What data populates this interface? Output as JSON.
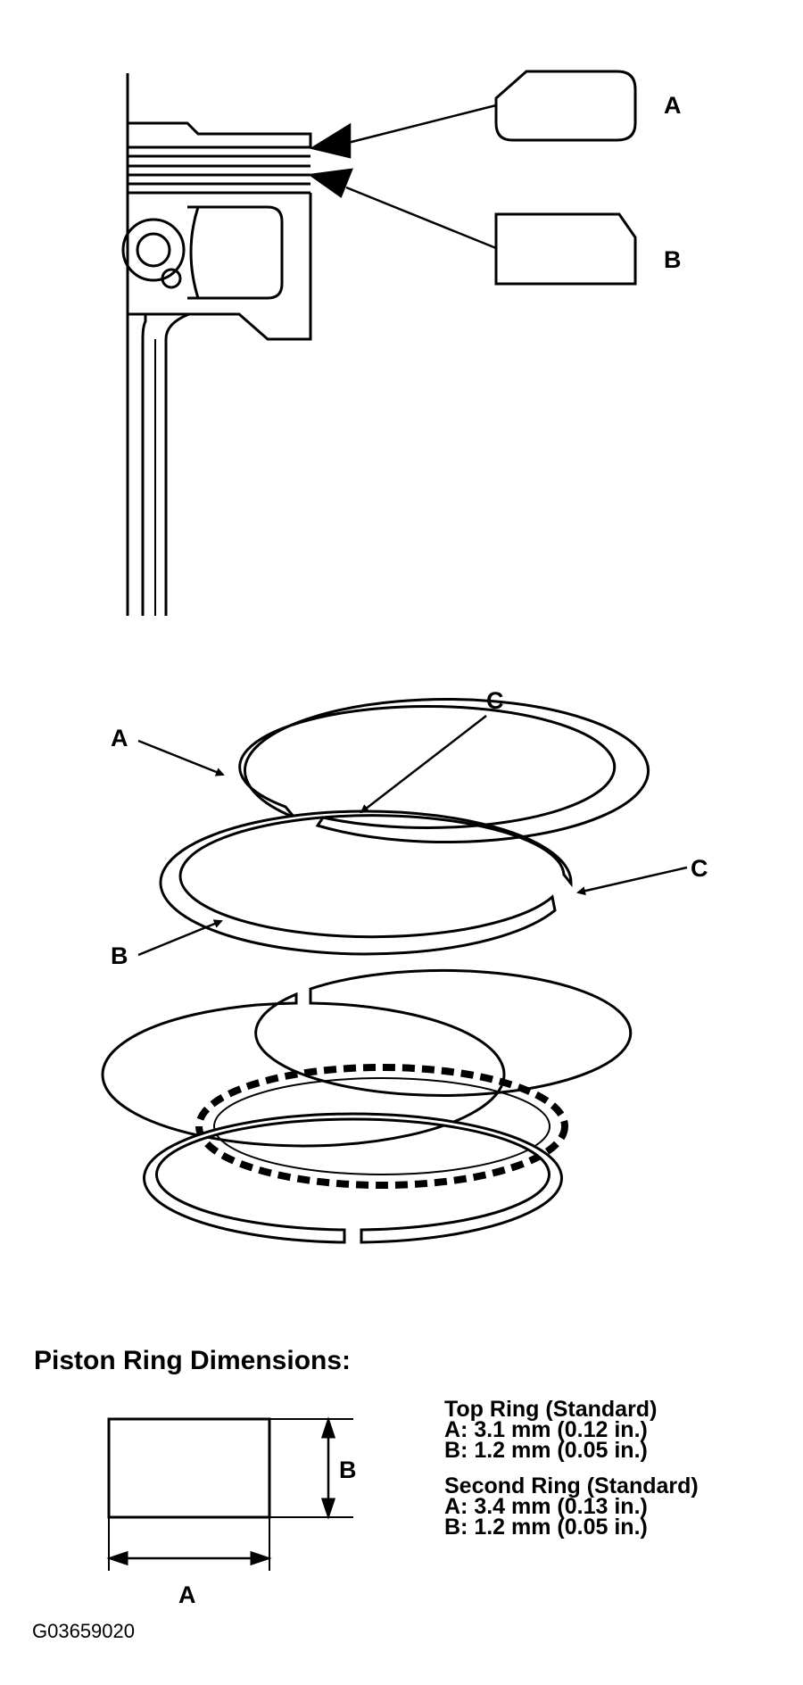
{
  "callouts": {
    "top": {
      "a": "A",
      "b": "B"
    },
    "rings": {
      "a": "A",
      "b": "B",
      "c1": "C",
      "c2": "C"
    },
    "dimension": {
      "a": "A",
      "b": "B"
    }
  },
  "section_title": "Piston Ring Dimensions:",
  "specs": [
    {
      "title": "Top Ring (Standard)",
      "a": "A: 3.1 mm (0.12 in.)",
      "b": "B: 1.2 mm (0.05 in.)"
    },
    {
      "title": "Second Ring (Standard)",
      "a": "A: 3.4 mm (0.13 in.)",
      "b": "B: 1.2 mm (0.05 in.)"
    }
  ],
  "figure_id": "G03659020"
}
